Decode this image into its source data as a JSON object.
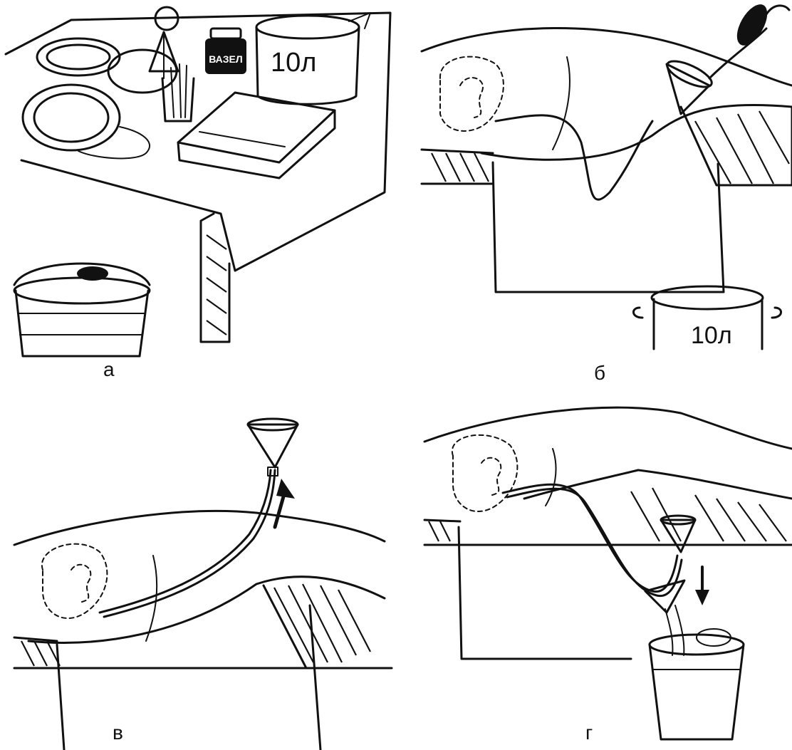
{
  "panels": {
    "a": {
      "label": "а",
      "pot_volume": "10л",
      "jar_label": "ВАЗЕЛ"
    },
    "b": {
      "label": "б",
      "pot_volume": "10л"
    },
    "v": {
      "label": "в"
    },
    "g": {
      "label": "г"
    }
  },
  "colors": {
    "ink": "#111111",
    "paper": "#ffffff"
  }
}
